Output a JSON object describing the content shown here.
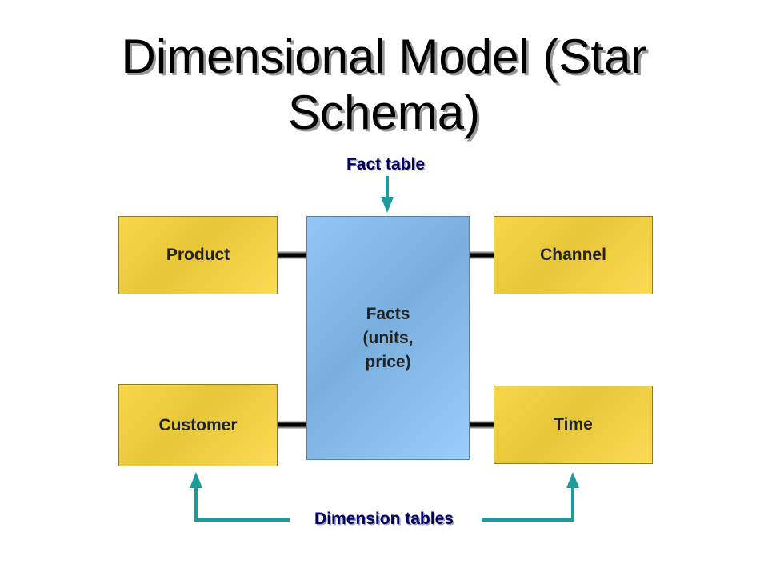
{
  "title": "Dimensional Model (Star Schema)",
  "labels": {
    "fact_table": "Fact table",
    "dimension_tables": "Dimension tables"
  },
  "boxes": {
    "product": "Product",
    "customer": "Customer",
    "channel": "Channel",
    "time": "Time",
    "facts": "Facts\n(units,\nprice)"
  },
  "colors": {
    "dimension_fill": "#f2d040",
    "fact_fill": "#8fc2f2",
    "arrow": "#1f9a9a",
    "label_text": "#000066"
  }
}
